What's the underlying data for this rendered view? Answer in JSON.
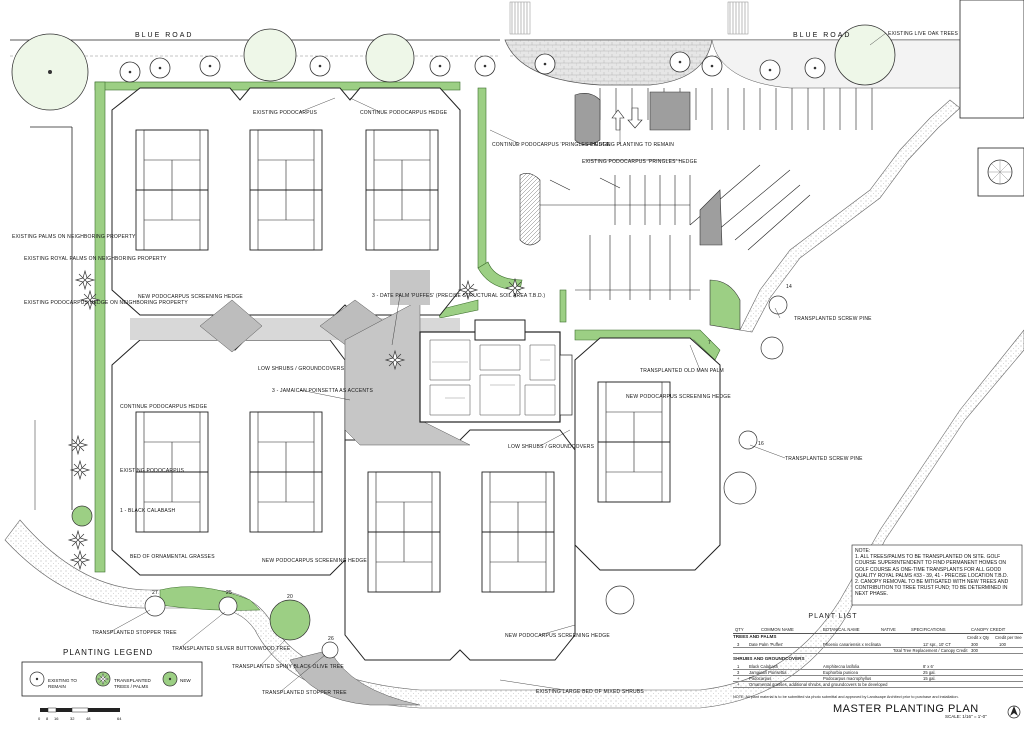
{
  "roads": {
    "left": "BLUE ROAD",
    "right": "BLUE ROAD"
  },
  "labels": {
    "existing_live_oak": "EXISTING LIVE OAK TREES",
    "existing_podocarpus_top": "EXISTING PODOCARPUS",
    "continue_podocarpus_top": "CONTINUE PODOCARPUS HEDGE",
    "continue_pringles": "CONTINUE PODOCARPUS 'PRINGLES' HEDGE",
    "existing_planting": "EXISTING PLANTING TO REMAIN",
    "existing_pringles": "EXISTING PODOCARPUS 'PRINGLES' HEDGE",
    "existing_palms_neighbor": "EXISTING PALMS ON NEIGHBORING PROPERTY",
    "existing_royal_palms": "EXISTING ROYAL PALMS ON NEIGHBORING PROPERTY",
    "existing_podo_neighbor": "EXISTING PODOCARPUS HEDGE ON NEIGHBORING PROPERTY",
    "new_podo_screen_1": "NEW PODOCARPUS SCREENING HEDGE",
    "date_palm": "3 - DATE PALM 'PUFFES' (PRECISE STRUCTURAL SOIL AREA T.B.D.)",
    "low_shrubs_1": "LOW SHRUBS / GROUNDCOVERS",
    "jamaican_poinsettia": "3 - JAMAICAN POINSETTA AS ACCENTS",
    "continue_podocarpus_left": "CONTINUE PODOCARPUS HEDGE",
    "existing_podocarpus_left": "EXISTING PODOCARPUS",
    "black_calabash": "1 - BLACK CALABASH",
    "transplanted_screw_1": "TRANSPLANTED SCREW PINE",
    "transplanted_old_man": "TRANSPLANTED OLD MAN PALM",
    "new_podo_screen_2": "NEW PODOCARPUS SCREENING HEDGE",
    "low_shrubs_2": "LOW SHRUBS / GROUNDCOVERS",
    "transplanted_screw_2": "TRANSPLANTED SCREW PINE",
    "bed_ornamental": "BED OF ORNAMENTAL GRASSES",
    "new_podo_screen_3": "NEW PODOCARPUS SCREENING HEDGE",
    "new_podo_screen_4": "NEW PODOCARPUS SCREENING HEDGE",
    "transplanted_stopper_1": "TRANSPLANTED STOPPER TREE",
    "transplanted_silver": "TRANSPLANTED SILVER BUTTONWOOD TREE",
    "transplanted_spiny": "TRANSPLANTED SPINY BLACK OLIVE TREE",
    "transplanted_stopper_2": "TRANSPLANTED STOPPER TREE",
    "existing_large_bed": "EXISTING LARGE BED OF MIXED SHRUBS"
  },
  "tree_numbers": [
    "14",
    "16",
    "7",
    "27",
    "25",
    "20",
    "26"
  ],
  "note": {
    "title": "NOTE:",
    "items": [
      "1. ALL TREES/PALMS TO BE TRANSPLANTED ON SITE. GOLF COURSE SUPERINTENDENT TO FIND PERMANENT HOMES ON GOLF COURSE AS ONE-TIME TRANSPLANTS FOR ALL GOOD QUALITY ROYAL PALMS #33 - 39, 41 - PRECISE LOCATION T.B.D.",
      "2. CANOPY REMOVAL TO BE MITIGATED WITH NEW TREES AND CONTRIBUTION TO TREE TRUST FUND; TO BE DETERMINED IN NEXT PHASE."
    ]
  },
  "plant_list": {
    "title": "PLANT LIST",
    "headers": [
      "QTY",
      "COMMON NAME",
      "BOTANICAL NAME",
      "NATIVE",
      "SPECIFICATIONS",
      "CANOPY CREDIT"
    ],
    "credit_headers": [
      "Credit x Qty",
      "Credit per tree"
    ],
    "trees_title": "TREES AND PALMS",
    "trees": [
      {
        "qty": "3",
        "common": "Date Palm 'Puffes'",
        "botanical": "Phoenix canariensis x reclinata",
        "native": "",
        "spec": "12' spr., 10' CT",
        "credit_qty": "300",
        "credit_per": "100"
      }
    ],
    "total_row": {
      "label": "Total Tree Replacement / Canopy Credit",
      "value": "300"
    },
    "shrubs_title": "SHRUBS AND GROUNDCOVERS",
    "shrubs": [
      {
        "qty": "1",
        "common": "Black Calabash",
        "botanical": "Amphitecna latifolia",
        "spec": "8' x 6'"
      },
      {
        "qty": "3",
        "common": "Jamaican Poinsettia",
        "botanical": "Euphorbia punicea",
        "spec": "25 gal."
      },
      {
        "qty": "+",
        "common": "Podocarpus",
        "botanical": "Podocarpus macrophyllus",
        "spec": "15 gal."
      },
      {
        "qty": "+",
        "common": "Ornamental grasses, additional shrubs, and groundcovers to be developed",
        "botanical": "",
        "spec": ""
      }
    ],
    "footnote": "NOTE: All plant material is to be submitted via photo submittal and approved by Landscape Architect prior to purchase and installation."
  },
  "legend": {
    "title": "PLANTING LEGEND",
    "items": [
      "EXISTING TO REMAIN",
      "TRANSPLANTED TREES / PALMS",
      "NEW"
    ]
  },
  "scale_bar": [
    "0",
    "8",
    "16",
    "32",
    "48",
    "64"
  ],
  "title_block": {
    "title": "MASTER PLANTING PLAN",
    "scale": "SCALE: 1/16\" = 1'-0\""
  },
  "colors": {
    "green": "#9ccf84",
    "gray": "#cfcfcf",
    "paving": "#bdbdbd",
    "line": "#222222"
  }
}
